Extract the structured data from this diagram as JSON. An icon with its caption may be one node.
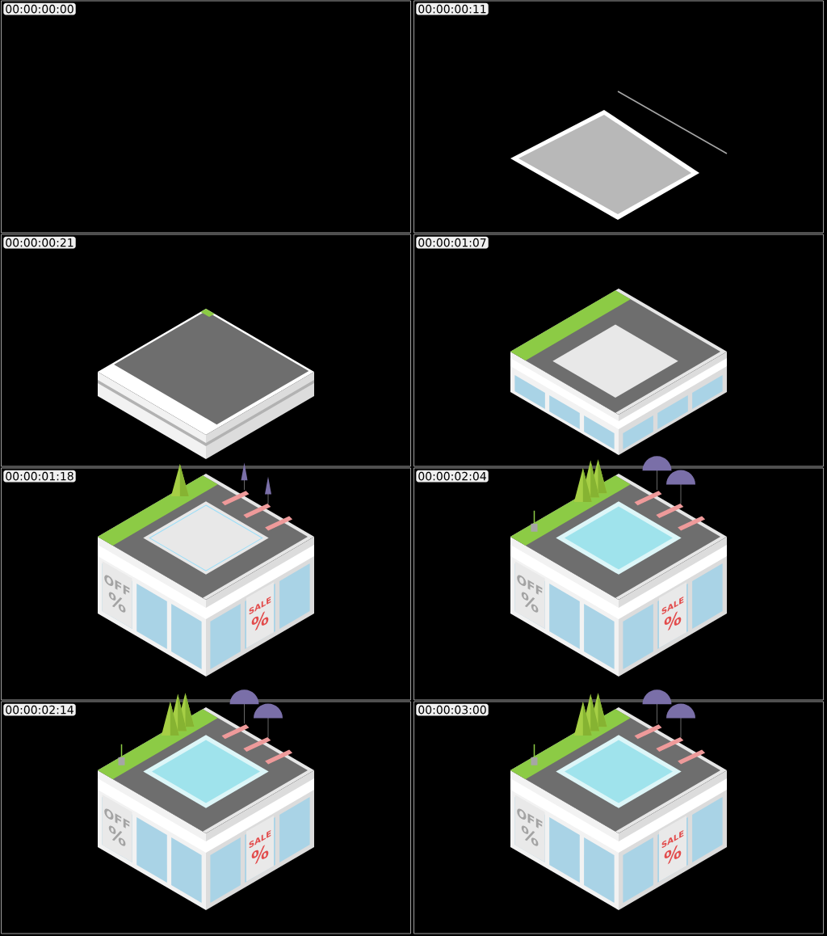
{
  "diagram": {
    "nodes": [
      {
        "text": [
          "00:00:00:00"
        ]
      },
      {
        "text": [
          "00:00:00:11"
        ]
      },
      {
        "text": [
          "00:00:00:21"
        ]
      },
      {
        "text": [
          "00:00:01:07"
        ]
      },
      {
        "text": [
          "00:00:01:18"
        ]
      },
      {
        "text": [
          "00:00:02:04"
        ]
      },
      {
        "text": [
          "00:00:02:14"
        ]
      },
      {
        "text": [
          "00:00:03:00"
        ]
      },
      {
        "text": [
          "OFF",
          "%"
        ],
        "in": 4
      },
      {
        "text": [
          "SALE",
          "%"
        ],
        "in": 4
      },
      {
        "text": [
          "OFF",
          "%"
        ],
        "in": 5
      },
      {
        "text": [
          "SALE",
          "%"
        ],
        "in": 5
      },
      {
        "text": [
          "OFF",
          "%"
        ],
        "in": 6
      },
      {
        "text": [
          "SALE",
          "%"
        ],
        "in": 6
      },
      {
        "text": [
          "OFF",
          "%"
        ],
        "in": 7
      },
      {
        "text": [
          "SALE",
          "%"
        ],
        "in": 7
      }
    ]
  }
}
